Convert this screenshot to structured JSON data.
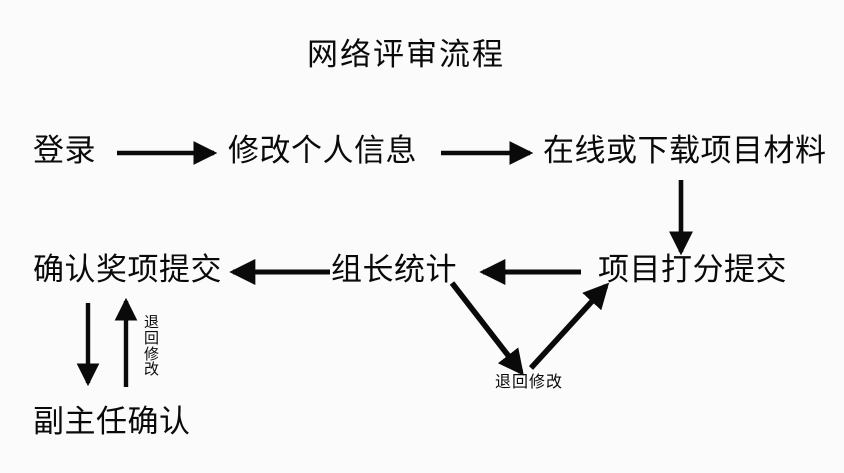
{
  "diagram": {
    "type": "flowchart",
    "title": "网络评审流程",
    "background_color": "#fbfbfb",
    "stroke_color": "#0a0a0a",
    "nodes": [
      {
        "id": "login",
        "label": "登录"
      },
      {
        "id": "profile",
        "label": "修改个人信息"
      },
      {
        "id": "materials",
        "label": "在线或下载项目材料"
      },
      {
        "id": "score",
        "label": "项目打分提交"
      },
      {
        "id": "leader",
        "label": "组长统计"
      },
      {
        "id": "confirm",
        "label": "确认奖项提交"
      },
      {
        "id": "deputy",
        "label": "副主任确认"
      }
    ],
    "edges": [
      {
        "from": "login",
        "to": "profile",
        "label": ""
      },
      {
        "from": "profile",
        "to": "materials",
        "label": ""
      },
      {
        "from": "materials",
        "to": "score",
        "label": ""
      },
      {
        "from": "score",
        "to": "leader",
        "label": ""
      },
      {
        "from": "leader",
        "to": "confirm",
        "label": ""
      },
      {
        "from": "confirm",
        "to": "deputy",
        "label": ""
      },
      {
        "from": "deputy",
        "to": "confirm",
        "label": "退回修改"
      },
      {
        "from": "leader",
        "to": "revise",
        "label": "退回修改"
      },
      {
        "from": "revise",
        "to": "score",
        "label": "退回修改"
      }
    ],
    "edge_labels": {
      "return_vertical": "退回修改",
      "return_horizontal": "退回修改"
    }
  }
}
